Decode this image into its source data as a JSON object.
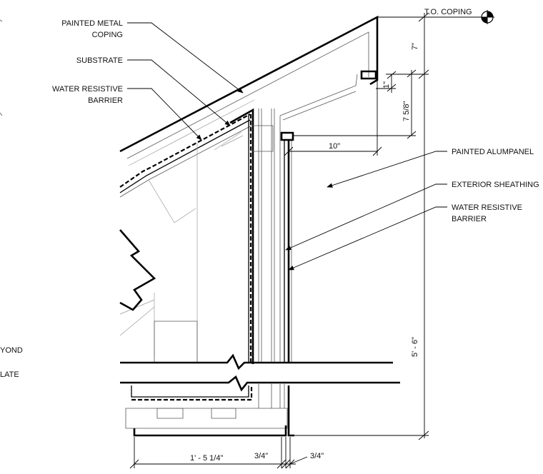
{
  "labels": {
    "to_coping": "T.O. COPING",
    "painted_metal_coping_1": "PAINTED METAL",
    "painted_metal_coping_2": "COPING",
    "substrate": "SUBSTRATE",
    "wrb_left_1": "WATER RESISTIVE",
    "wrb_left_2": "BARRIER",
    "painted_alumpanel": "PAINTED ALUMPANEL",
    "exterior_sheathing": "EXTERIOR SHEATHING",
    "wrb_right_1": "WATER RESISTIVE",
    "wrb_right_2": "BARRIER",
    "beyond_fragment": "YOND",
    "plate_fragment": "LATE"
  },
  "dimensions": {
    "d_7": "7\"",
    "d_1": "1\"",
    "d_7_5_8": "7 5/8\"",
    "d_10": "10\"",
    "d_5_6": "5' - 6\"",
    "d_1_5_1_4": "1' - 5 1/4\"",
    "d_3_4_a": "3/4\"",
    "d_3_4_b": "3/4\""
  }
}
